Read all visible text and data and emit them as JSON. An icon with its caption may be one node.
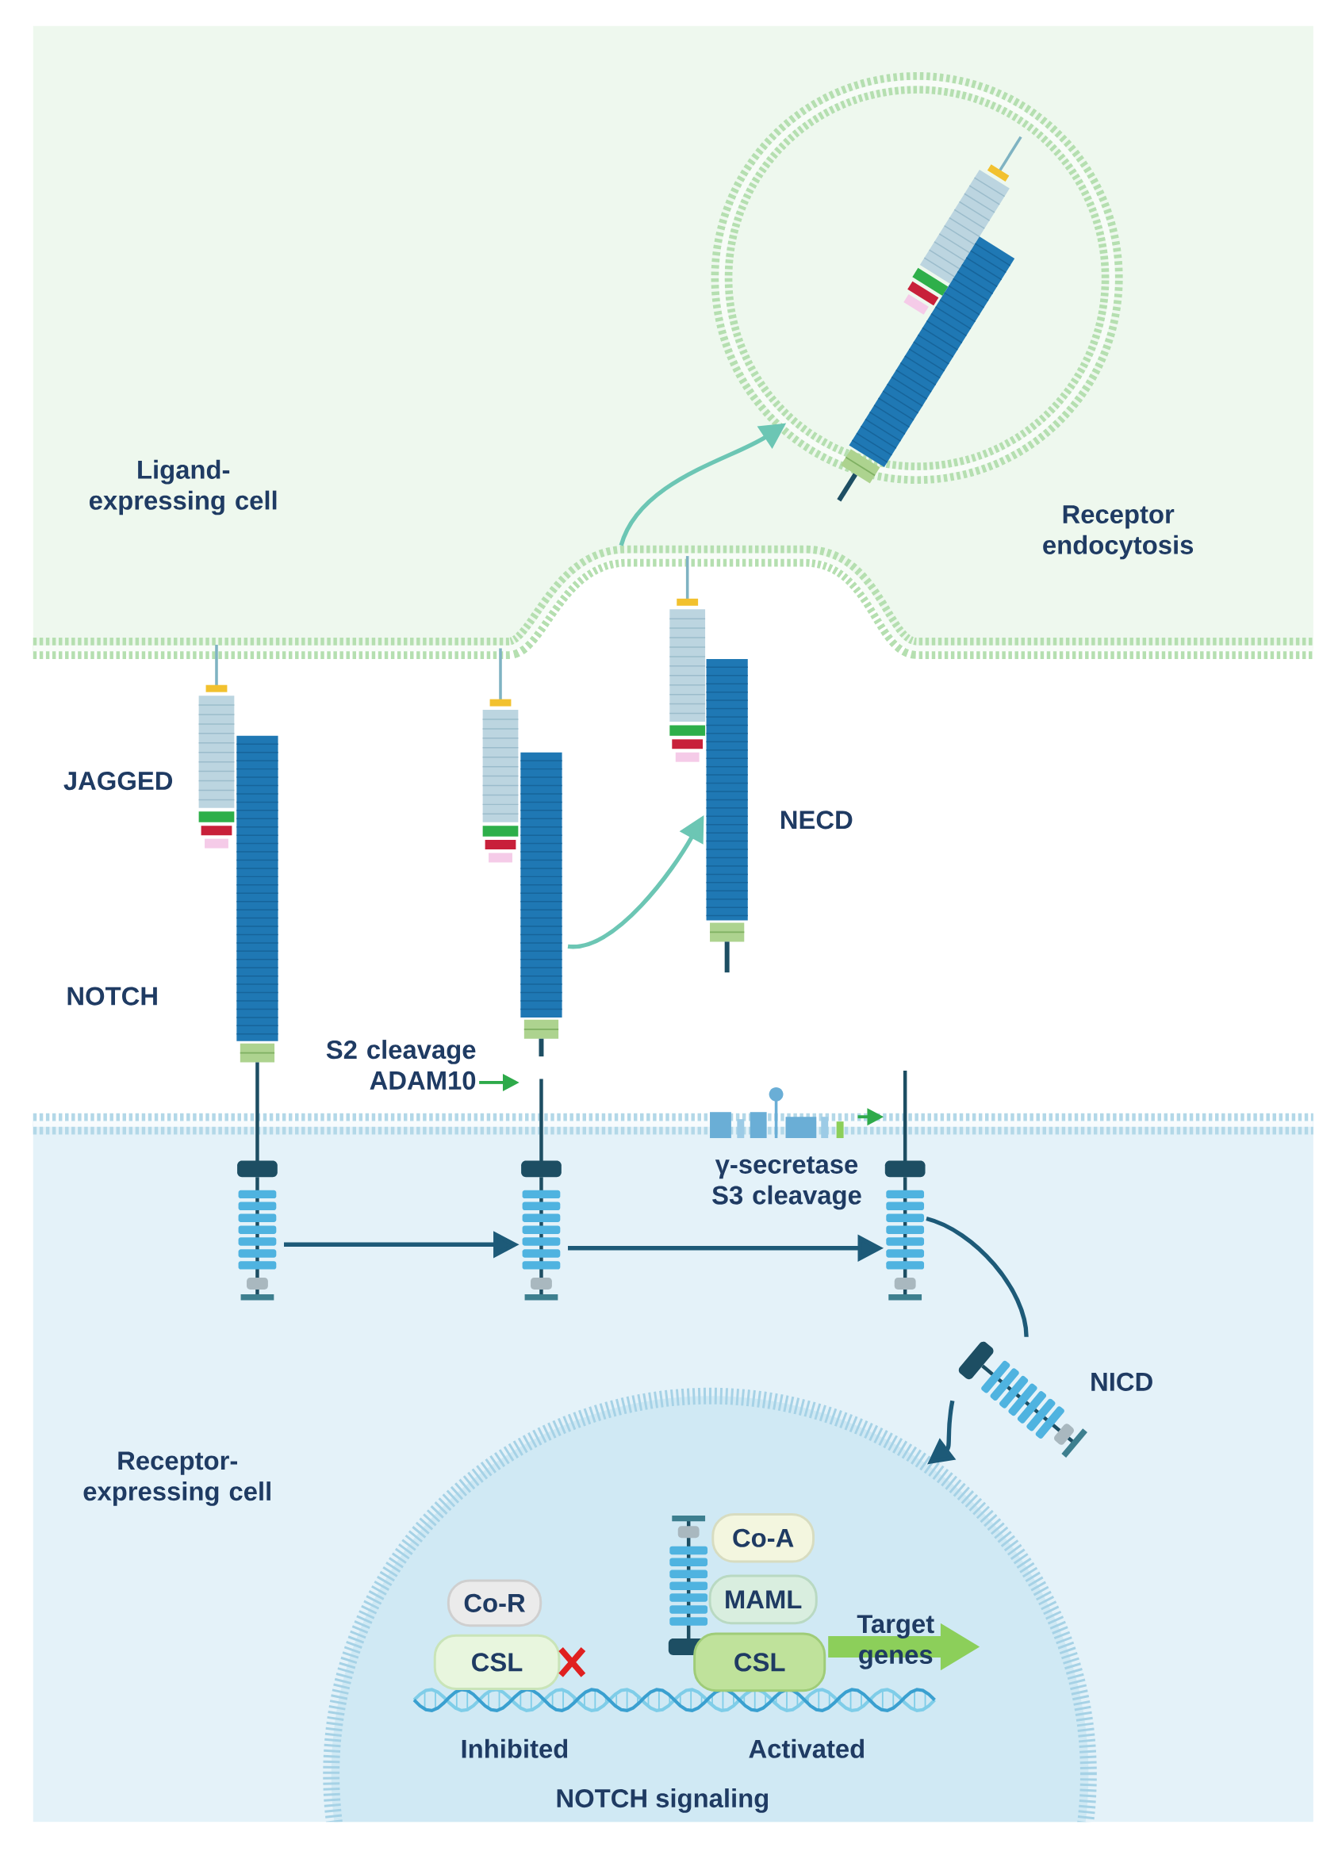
{
  "diagram": {
    "nodes": [
      {
        "text": [],
        "shape": "circle"
      },
      {
        "text": [],
        "shape": "picture"
      },
      {
        "text": [],
        "shape": "picture"
      },
      {
        "text": [],
        "shape": "picture",
        "beside": [
          "NECD"
        ]
      },
      {
        "text": [
          "S2 cleavage ADAM10"
        ]
      },
      {
        "text": [],
        "shape": "picture",
        "beside": [
          "γ-secretase S3 cleavage"
        ]
      },
      {
        "text": [],
        "shape": "picture"
      },
      {
        "text": [],
        "shape": "picture",
        "beside": [
          "NICD"
        ]
      },
      {
        "text": [],
        "shape": "circle"
      },
      {
        "text": [
          "Co-A"
        ],
        "in": 8
      },
      {
        "text": [
          "Co-R"
        ],
        "in": 8
      },
      {
        "text": [
          "MAML"
        ],
        "in": 8
      },
      {
        "text": [
          "CSL"
        ],
        "in": 8
      },
      {
        "text": [
          "CSL"
        ],
        "in": 8
      },
      {
        "text": [],
        "shape": "band"
      }
    ],
    "edges": [
      {
        "from": 2,
        "to": 3,
        "arrow": "to",
        "color": "#6cc6b4"
      },
      {
        "from": 14,
        "to": 0,
        "arrow": "to",
        "color": "#6cc6b4"
      },
      {
        "from": 1,
        "to": 2,
        "arrow": "to"
      },
      {
        "from": 2,
        "to": 6,
        "arrow": "to"
      },
      {
        "from": 6,
        "to": 7,
        "arrow": "none"
      },
      {
        "from": 7,
        "to": 8,
        "arrow": "to"
      },
      {
        "from": 4,
        "to": 2,
        "arrow": "to",
        "color": "#2eaa4a"
      },
      {
        "from": 5,
        "to": 6,
        "arrow": "to",
        "color": "#2eaa4a"
      }
    ],
    "labels": [
      "Ligand-expressing cell",
      "Receptor endocytosis",
      "JAGGED",
      "NOTCH",
      "Receptor-expressing cell",
      "Target genes",
      "Inhibited",
      "Activated",
      "NOTCH signaling"
    ]
  }
}
